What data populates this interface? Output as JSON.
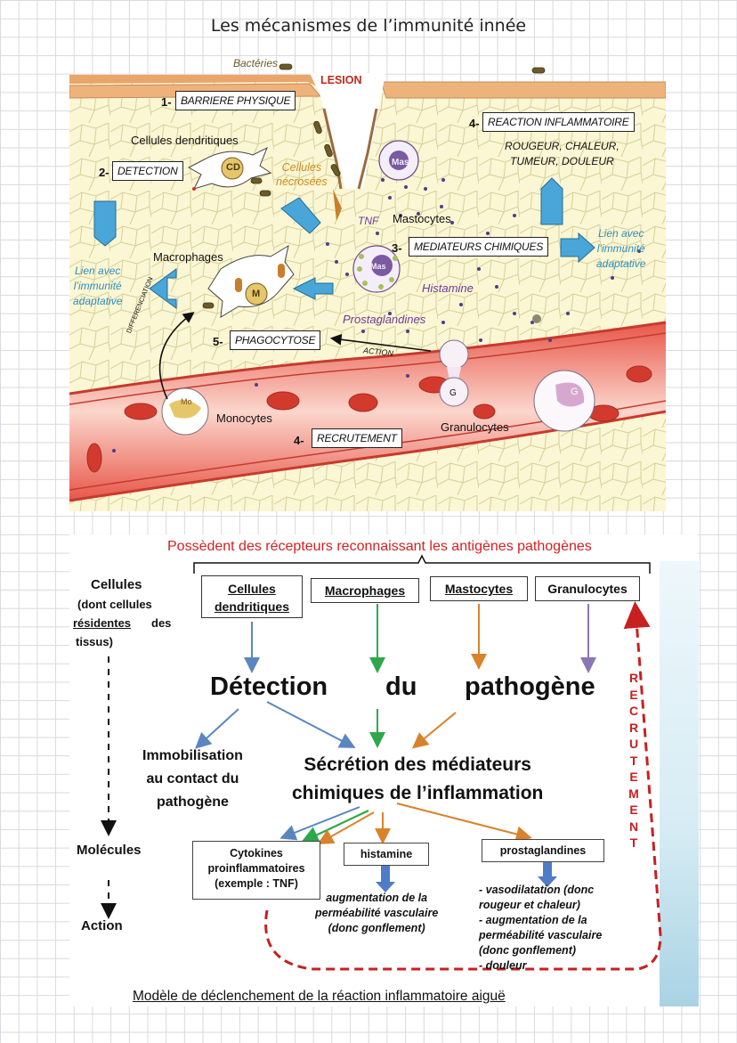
{
  "top_figure": {
    "title": "Les mécanismes de l’immunité innée",
    "labels": {
      "bacteria": "Bactéries",
      "lesion": "LESION",
      "dendritic_cells": "Cellules dendritiques",
      "cd": "CD",
      "necrotic_cells": "Cellules\nnécrosées",
      "mast_cells": "Mastocytes",
      "tnf": "TNF",
      "histamine": "Histamine",
      "prostaglandins": "Prostaglandines",
      "macrophages": "Macrophages",
      "m": "M",
      "mas_top": "Mas",
      "mas_mid": "Mas",
      "g_small": "G",
      "g_large": "G",
      "mo": "Mo",
      "monocytes": "Monocytes",
      "granulocytes": "Granulocytes",
      "action": "ACTION",
      "differentiation": "DIFFERENCIATION",
      "link_left": "Lien avec\nl’immunité\nadaptative",
      "link_right": "Lien avec\nl’immunité\nadaptative",
      "inflammation_signs": "ROUGEUR, CHALEUR,\nTUMEUR, DOULEUR"
    },
    "steps": [
      {
        "number": "1-",
        "label": "BARRIERE PHYSIQUE"
      },
      {
        "number": "2-",
        "label": "DETECTION"
      },
      {
        "number": "3-",
        "label": "MEDIATEURS CHIMIQUES"
      },
      {
        "number": "4-",
        "label": "REACTION INFLAMMATOIRE"
      },
      {
        "number": "5-",
        "label": "PHAGOCYTOSE"
      },
      {
        "number": "4-",
        "label": "RECRUTEMENT"
      }
    ]
  },
  "bottom_figure": {
    "header": "Possèdent des récepteurs reconnaissant les antigènes pathogènes",
    "left_column": {
      "cells": "Cellules",
      "cells_note_1": "(dont cellules",
      "cells_note_2": "résidentes",
      "cells_note_3": "des",
      "cells_note_4": "tissus)",
      "molecules": "Molécules",
      "action": "Action"
    },
    "cell_boxes": [
      {
        "label": "Cellules\ndendritiques",
        "arrow_color": "#5b86c0"
      },
      {
        "label": "Macrophages",
        "arrow_color": "#2ea84a"
      },
      {
        "label": "Mastocytes",
        "arrow_color": "#d9822b"
      },
      {
        "label": "Granulocytes",
        "arrow_color": "#8a78b4"
      }
    ],
    "detection": [
      "Détection",
      "du",
      "pathogène"
    ],
    "immobilisation": "Immobilisation\nau contact du\npathogène",
    "secretion": "Sécrétion des médiateurs\nchimiques de l’inflammation",
    "mediators": [
      {
        "label": "Cytokines\nproinflammatoires\n(exemple : TNF)",
        "effect": ""
      },
      {
        "label": "histamine",
        "effect": "augmentation de la\nperméabilité vasculaire\n(donc gonflement)"
      },
      {
        "label": "prostaglandines",
        "effect": "- vasodilatation (donc\nrougeur et chaleur)\n- augmentation de la\nperméabilité vasculaire\n(donc gonflement)\n- douleur"
      }
    ],
    "recruitment_letters": [
      "R",
      "E",
      "C",
      "R",
      "U",
      "T",
      "E",
      "M",
      "E",
      "N",
      "T"
    ],
    "caption": "Modèle de déclenchement de la réaction inflammatoire aiguë",
    "colors": {
      "header_red": "#d42020",
      "recruitment_red": "#c82020",
      "link_blue": "#2d8fbf",
      "mediator_purple": "#6b3b9a",
      "necrotic_orange": "#d08a1a"
    }
  }
}
